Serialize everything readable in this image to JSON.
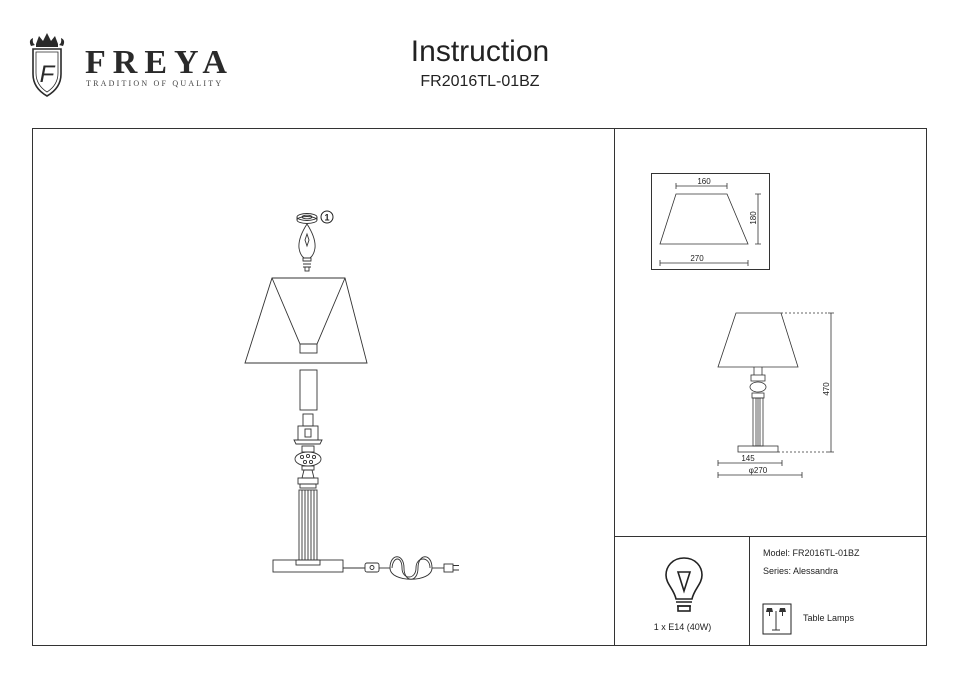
{
  "header": {
    "brand_name": "FREYA",
    "brand_tagline": "TRADITION OF QUALITY",
    "logo_letter": "F",
    "title": "Instruction",
    "model_code": "FR2016TL-01BZ"
  },
  "assembly": {
    "step_number": "1"
  },
  "dimensions": {
    "shade_top": "160",
    "shade_height": "180",
    "shade_bottom": "270",
    "total_height": "470",
    "base_inner": "145",
    "base_diameter": "φ270"
  },
  "bulb": {
    "spec": "1 x E14 (40W)"
  },
  "info": {
    "model": "Model: FR2016TL-01BZ",
    "series": "Series: Alessandra",
    "category": "Table Lamps"
  }
}
